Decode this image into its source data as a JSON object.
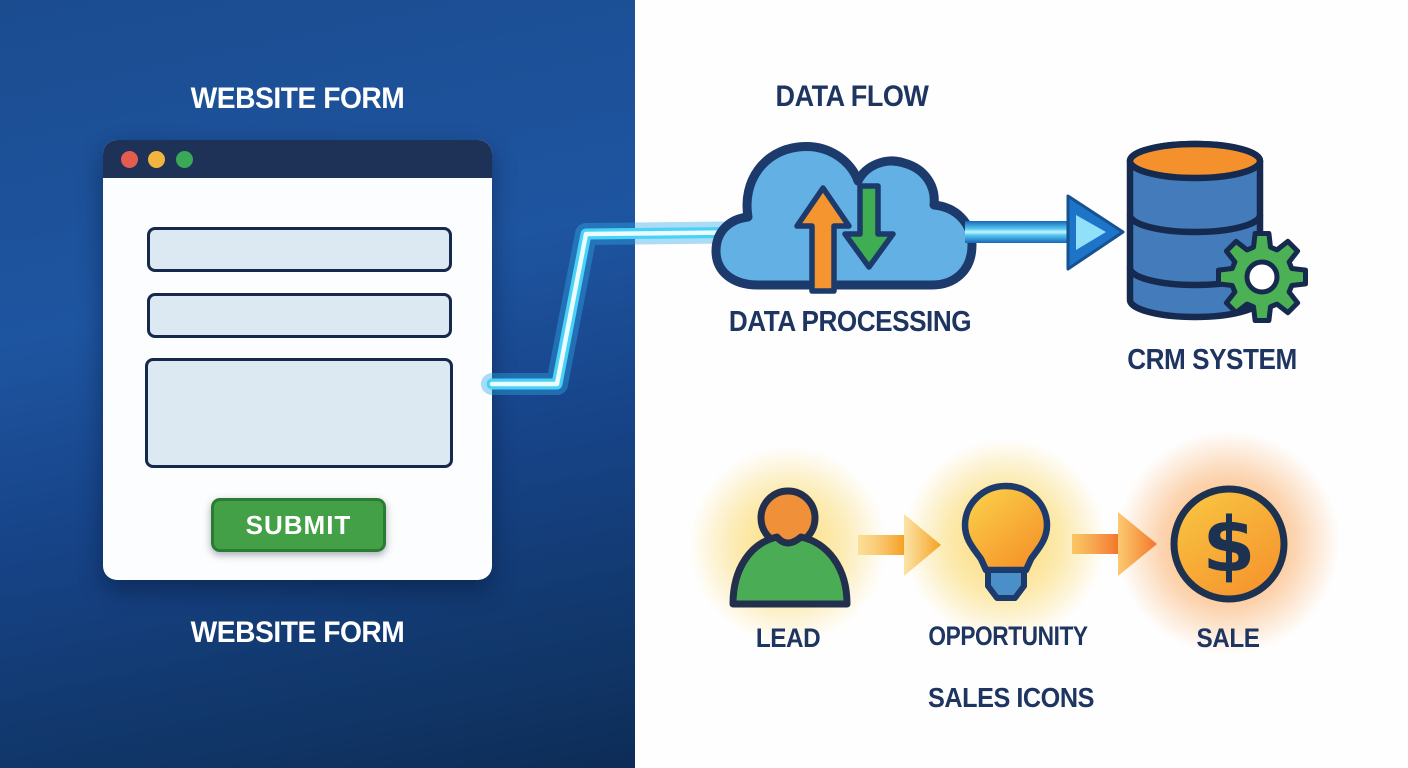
{
  "left_panel": {
    "top_title": "WEBSITE FORM",
    "bottom_title": "WEBSITE FORM",
    "browser_window": {
      "traffic_lights": [
        {
          "name": "close",
          "color": "#e25c50"
        },
        {
          "name": "minimize",
          "color": "#f0b53e"
        },
        {
          "name": "zoom",
          "color": "#3aa957"
        }
      ],
      "fields": [
        {
          "name": "field-1",
          "value": "",
          "placeholder": ""
        },
        {
          "name": "field-2",
          "value": "",
          "placeholder": ""
        },
        {
          "name": "message-field",
          "value": "",
          "placeholder": ""
        }
      ],
      "submit_label": "SUBMIT"
    }
  },
  "right_panel": {
    "flow_title": "DATA FLOW",
    "processing_label": "DATA PROCESSING",
    "crm_label": "CRM SYSTEM",
    "funnel": {
      "stages": [
        {
          "label": "LEAD",
          "icon": "lead-person-icon"
        },
        {
          "label": "OPPORTUNITY",
          "icon": "opportunity-bulb-icon"
        },
        {
          "label": "SALE",
          "icon": "sale-coin-icon"
        }
      ],
      "caption": "SALES ICONS",
      "sale_symbol": "$"
    }
  },
  "icons": {
    "cloud-icon": "cloud with upload/download arrows",
    "upload-arrow-icon": "orange arrow up",
    "download-arrow-icon": "green arrow down",
    "database-icon": "blue cylinder with orange top",
    "gear-icon": "green cog",
    "lead-person-icon": "person bust",
    "opportunity-bulb-icon": "lightbulb",
    "sale-coin-icon": "dollar coin",
    "flow-connector-line": "glowing cyan pipe",
    "flow-arrow-icon": "blue right arrow"
  },
  "colors": {
    "left_background_top": "#1e55a0",
    "left_background_bottom": "#0d2c57",
    "navy_text": "#1d3560",
    "outline_navy": "#1c3a6b",
    "cloud_fill": "#63b0e4",
    "submit_green": "#43a046",
    "upload_orange": "#f5952f",
    "download_green": "#3fae52",
    "flow_line_cyan": "#49d2f6",
    "database_blue": "#447bba",
    "database_top_orange": "#f4912c",
    "gear_green": "#4cb054",
    "lead_head_orange": "#f0913a",
    "lead_body_green": "#4aad55",
    "bulb_orange": "#f59128",
    "bulb_base_blue": "#4a8fc7",
    "coin_orange": "#f6952d"
  }
}
